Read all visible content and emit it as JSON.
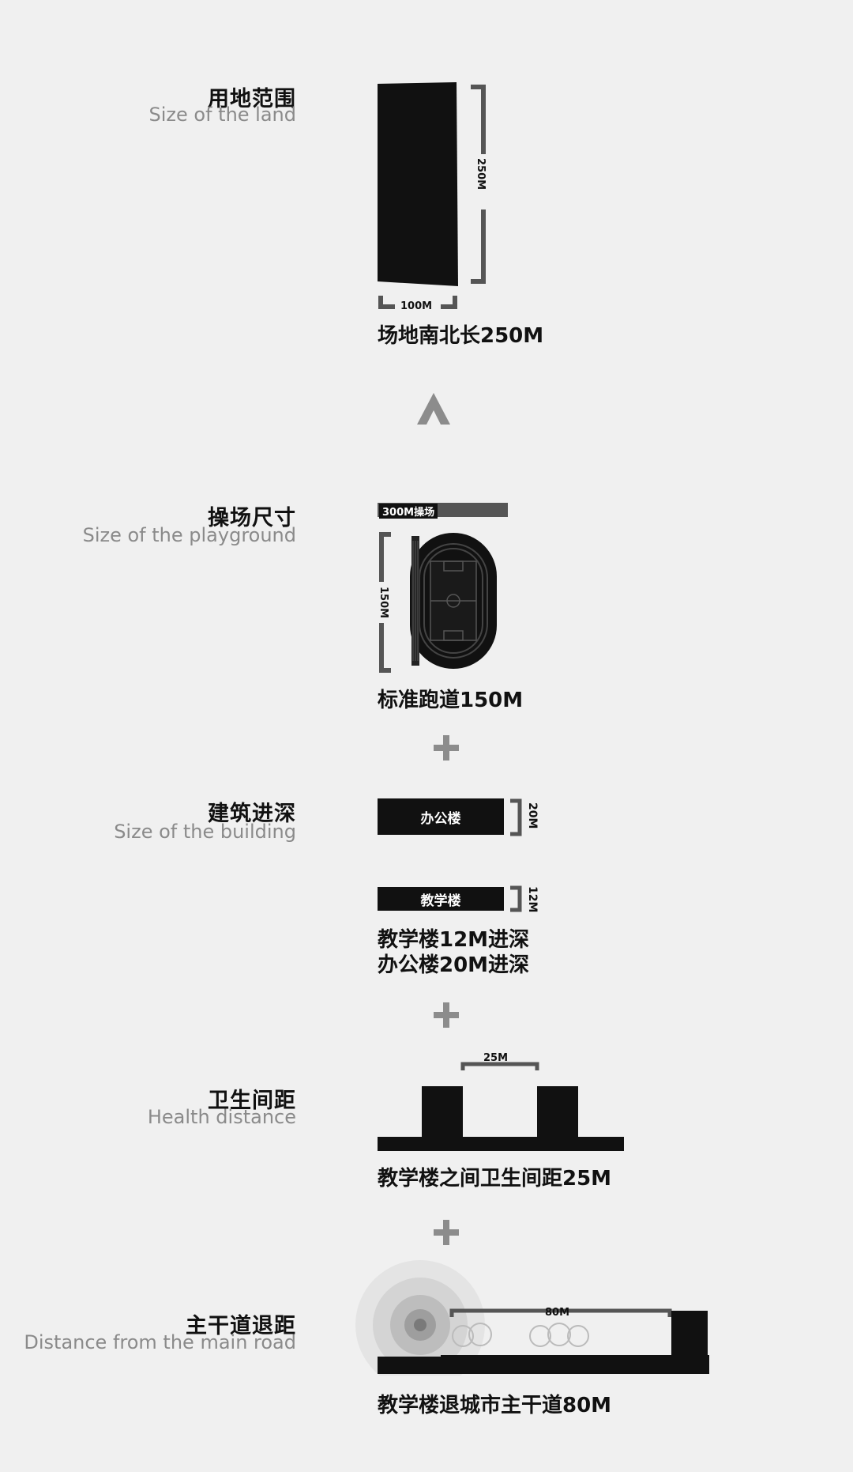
{
  "sections": [
    {
      "title_cn": "用地范围",
      "title_en": "Size of the land"
    },
    {
      "title_cn": "操场尺寸",
      "title_en": "Size of the playground"
    },
    {
      "title_cn": "建筑进深",
      "title_en": "Size of the building"
    },
    {
      "title_cn": "卫生间距",
      "title_en": "Health distance"
    },
    {
      "title_cn": "主干道退距",
      "title_en": "Distance from the main road"
    }
  ],
  "land": {
    "height_label": "250M",
    "width_label": "100M",
    "caption": "场地南北长250M"
  },
  "playground": {
    "track_label": "300M操场",
    "height_label": "150M",
    "caption": "标准跑道150M"
  },
  "building": {
    "office_label": "办公楼",
    "office_depth": "20M",
    "teaching_label": "教学楼",
    "teaching_depth": "12M",
    "caption_line1": "教学楼12M进深",
    "caption_line2": "办公楼20M进深"
  },
  "health": {
    "spacing_label": "25M",
    "caption": "教学楼之间卫生间距25M"
  },
  "road": {
    "distance_label": "80M",
    "caption": "教学楼退城市主干道80M"
  },
  "colors": {
    "background": "#f0f0f0",
    "dark": "#111111",
    "gray": "#555555",
    "light_gray": "#8c8c8c"
  }
}
